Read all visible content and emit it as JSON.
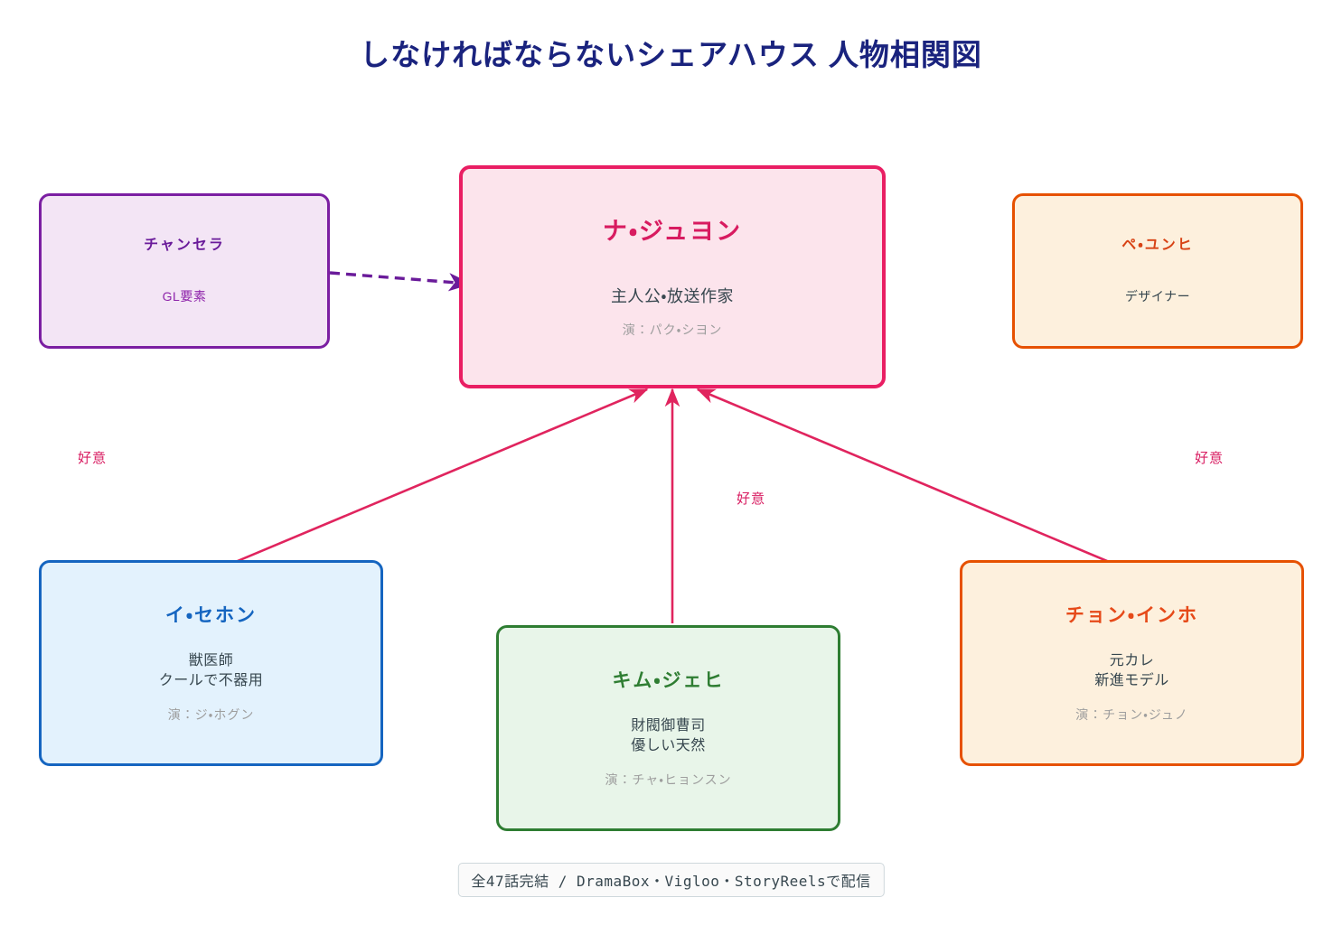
{
  "title": "しなければならないシェアハウス 人物相関図",
  "theme": {
    "title_color": "#1a237e",
    "accent_pink": "#e91e63",
    "accent_purple": "#7b1fa2",
    "accent_blue": "#1565c0",
    "accent_green": "#2e7d32",
    "accent_orange": "#e65100",
    "label_color": "#d81b60",
    "background": "#ffffff"
  },
  "nodes": [
    {
      "id": "najuyon",
      "name": "ナ・ジュヨン",
      "role": "主人公・放送作家",
      "actor": "演：パク・シヨン",
      "border_color": "#e91e63",
      "fill_color": "#fce4ec"
    },
    {
      "id": "chanseora",
      "name": "チャンセラ",
      "role": "GL要素",
      "actor": "",
      "border_color": "#7b1fa2",
      "fill_color": "#f3e5f5"
    },
    {
      "id": "paeyunhi",
      "name": "ペ・ユンヒ",
      "role": "デザイナー",
      "actor": "",
      "border_color": "#e65100",
      "fill_color": "#fdf0dd"
    },
    {
      "id": "isehon",
      "name": "イ・セホン",
      "role": "獣医師\nクールで不器用",
      "actor": "演：ジ・ホグン",
      "border_color": "#1565c0",
      "fill_color": "#e3f2fd"
    },
    {
      "id": "kimjehi",
      "name": "キム・ジェヒ",
      "role": "財閥御曹司\n優しい天然",
      "actor": "演：チャ・ヒョンスン",
      "border_color": "#2e7d32",
      "fill_color": "#e8f5e9"
    },
    {
      "id": "choninho",
      "name": "チョン・インホ",
      "role": "元カレ\n新進モデル",
      "actor": "演：チョン・ジュノ",
      "border_color": "#e65100",
      "fill_color": "#fdf0dd"
    }
  ],
  "edges": [
    {
      "id": "isehon-to-najuyon",
      "from": "isehon",
      "to": "najuyon",
      "label": "好意",
      "style": "solid",
      "color": "#e0245e"
    },
    {
      "id": "kimjehi-to-najuyon",
      "from": "kimjehi",
      "to": "najuyon",
      "label": "好意",
      "style": "solid",
      "color": "#e0245e"
    },
    {
      "id": "choninho-to-najuyon",
      "from": "choninho",
      "to": "najuyon",
      "label": "好意",
      "style": "solid",
      "color": "#e0245e"
    },
    {
      "id": "chanseora-to-najuyon",
      "from": "chanseora",
      "to": "najuyon",
      "label": "",
      "style": "dashed",
      "color": "#6a1b9a"
    }
  ],
  "footer": {
    "caption": "全47話完結 / DramaBox・Vigloo・StoryReelsで配信"
  }
}
